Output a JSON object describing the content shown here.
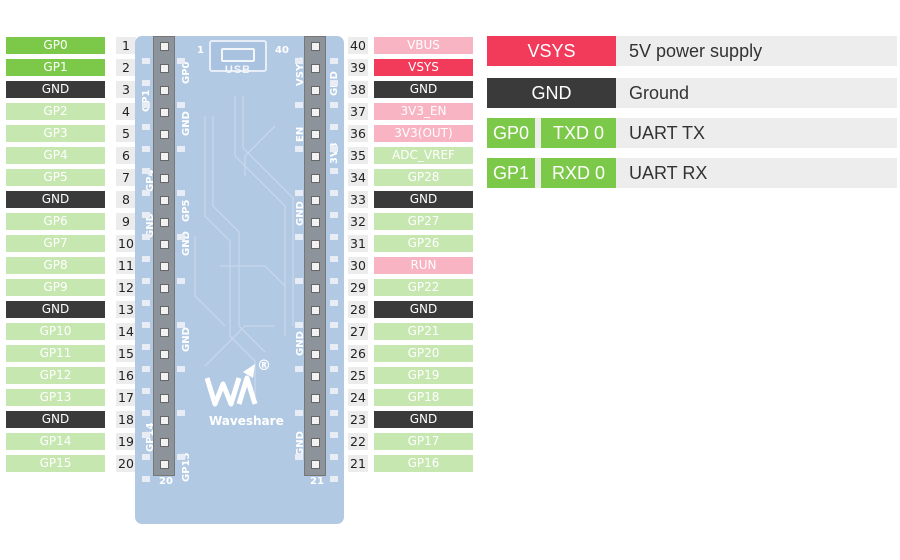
{
  "left_pins": [
    {
      "label": "GP0",
      "num": "1",
      "type": "green-bright"
    },
    {
      "label": "GP1",
      "num": "2",
      "type": "green-bright"
    },
    {
      "label": "GND",
      "num": "3",
      "type": "dark"
    },
    {
      "label": "GP2",
      "num": "4",
      "type": "green-light"
    },
    {
      "label": "GP3",
      "num": "5",
      "type": "green-light"
    },
    {
      "label": "GP4",
      "num": "6",
      "type": "green-light"
    },
    {
      "label": "GP5",
      "num": "7",
      "type": "green-light"
    },
    {
      "label": "GND",
      "num": "8",
      "type": "dark"
    },
    {
      "label": "GP6",
      "num": "9",
      "type": "green-light"
    },
    {
      "label": "GP7",
      "num": "10",
      "type": "green-light"
    },
    {
      "label": "GP8",
      "num": "11",
      "type": "green-light"
    },
    {
      "label": "GP9",
      "num": "12",
      "type": "green-light"
    },
    {
      "label": "GND",
      "num": "13",
      "type": "dark"
    },
    {
      "label": "GP10",
      "num": "14",
      "type": "green-light"
    },
    {
      "label": "GP11",
      "num": "15",
      "type": "green-light"
    },
    {
      "label": "GP12",
      "num": "16",
      "type": "green-light"
    },
    {
      "label": "GP13",
      "num": "17",
      "type": "green-light"
    },
    {
      "label": "GND",
      "num": "18",
      "type": "dark"
    },
    {
      "label": "GP14",
      "num": "19",
      "type": "green-light"
    },
    {
      "label": "GP15",
      "num": "20",
      "type": "green-light"
    }
  ],
  "right_pins": [
    {
      "label": "VBUS",
      "num": "40",
      "type": "pink-light"
    },
    {
      "label": "VSYS",
      "num": "39",
      "type": "red"
    },
    {
      "label": "GND",
      "num": "38",
      "type": "dark"
    },
    {
      "label": "3V3_EN",
      "num": "37",
      "type": "pink-light"
    },
    {
      "label": "3V3(OUT)",
      "num": "36",
      "type": "pink-light"
    },
    {
      "label": "ADC_VREF",
      "num": "35",
      "type": "green-light"
    },
    {
      "label": "GP28",
      "num": "34",
      "type": "green-light"
    },
    {
      "label": "GND",
      "num": "33",
      "type": "dark"
    },
    {
      "label": "GP27",
      "num": "32",
      "type": "green-light"
    },
    {
      "label": "GP26",
      "num": "31",
      "type": "green-light"
    },
    {
      "label": "RUN",
      "num": "30",
      "type": "pink-light"
    },
    {
      "label": "GP22",
      "num": "29",
      "type": "green-light"
    },
    {
      "label": "GND",
      "num": "28",
      "type": "dark"
    },
    {
      "label": "GP21",
      "num": "27",
      "type": "green-light"
    },
    {
      "label": "GP20",
      "num": "26",
      "type": "green-light"
    },
    {
      "label": "GP19",
      "num": "25",
      "type": "green-light"
    },
    {
      "label": "GP18",
      "num": "24",
      "type": "green-light"
    },
    {
      "label": "GND",
      "num": "23",
      "type": "dark"
    },
    {
      "label": "GP17",
      "num": "22",
      "type": "green-light"
    },
    {
      "label": "GP16",
      "num": "21",
      "type": "green-light"
    }
  ],
  "board": {
    "usb_label": "USB",
    "corner_pin_1": "1",
    "corner_pin_40": "40",
    "corner_pin_20": "20",
    "corner_pin_21": "21",
    "brand": "Waveshare",
    "registered": "®",
    "silk_left": [
      "GP0",
      "GP1",
      "GND",
      "GP4",
      "GP5",
      "GND",
      "GND",
      "GND",
      "GP14",
      "GP15"
    ],
    "silk_right": [
      "VSYS",
      "GND",
      "EN",
      "3V3",
      "GND",
      "GND",
      "GND"
    ]
  },
  "legend": [
    {
      "tags": [
        {
          "text": "VSYS",
          "type": "red"
        }
      ],
      "desc": "5V power supply"
    },
    {
      "tags": [
        {
          "text": "GND",
          "type": "dark"
        }
      ],
      "desc": "Ground"
    },
    {
      "tags": [
        {
          "text": "GP0",
          "type": "green-bright"
        },
        {
          "text": "TXD 0",
          "type": "green-bright"
        }
      ],
      "desc": "UART TX"
    },
    {
      "tags": [
        {
          "text": "GP1",
          "type": "green-bright"
        },
        {
          "text": "RXD 0",
          "type": "green-bright"
        }
      ],
      "desc": "UART RX"
    }
  ],
  "colors": {
    "green_bright": "#7cc94a",
    "green_light": "#c6e7b0",
    "dark": "#3a3a3a",
    "pink_light": "#f8b4c3",
    "red": "#f23a5a",
    "board_blue": "#b2c9e4"
  }
}
